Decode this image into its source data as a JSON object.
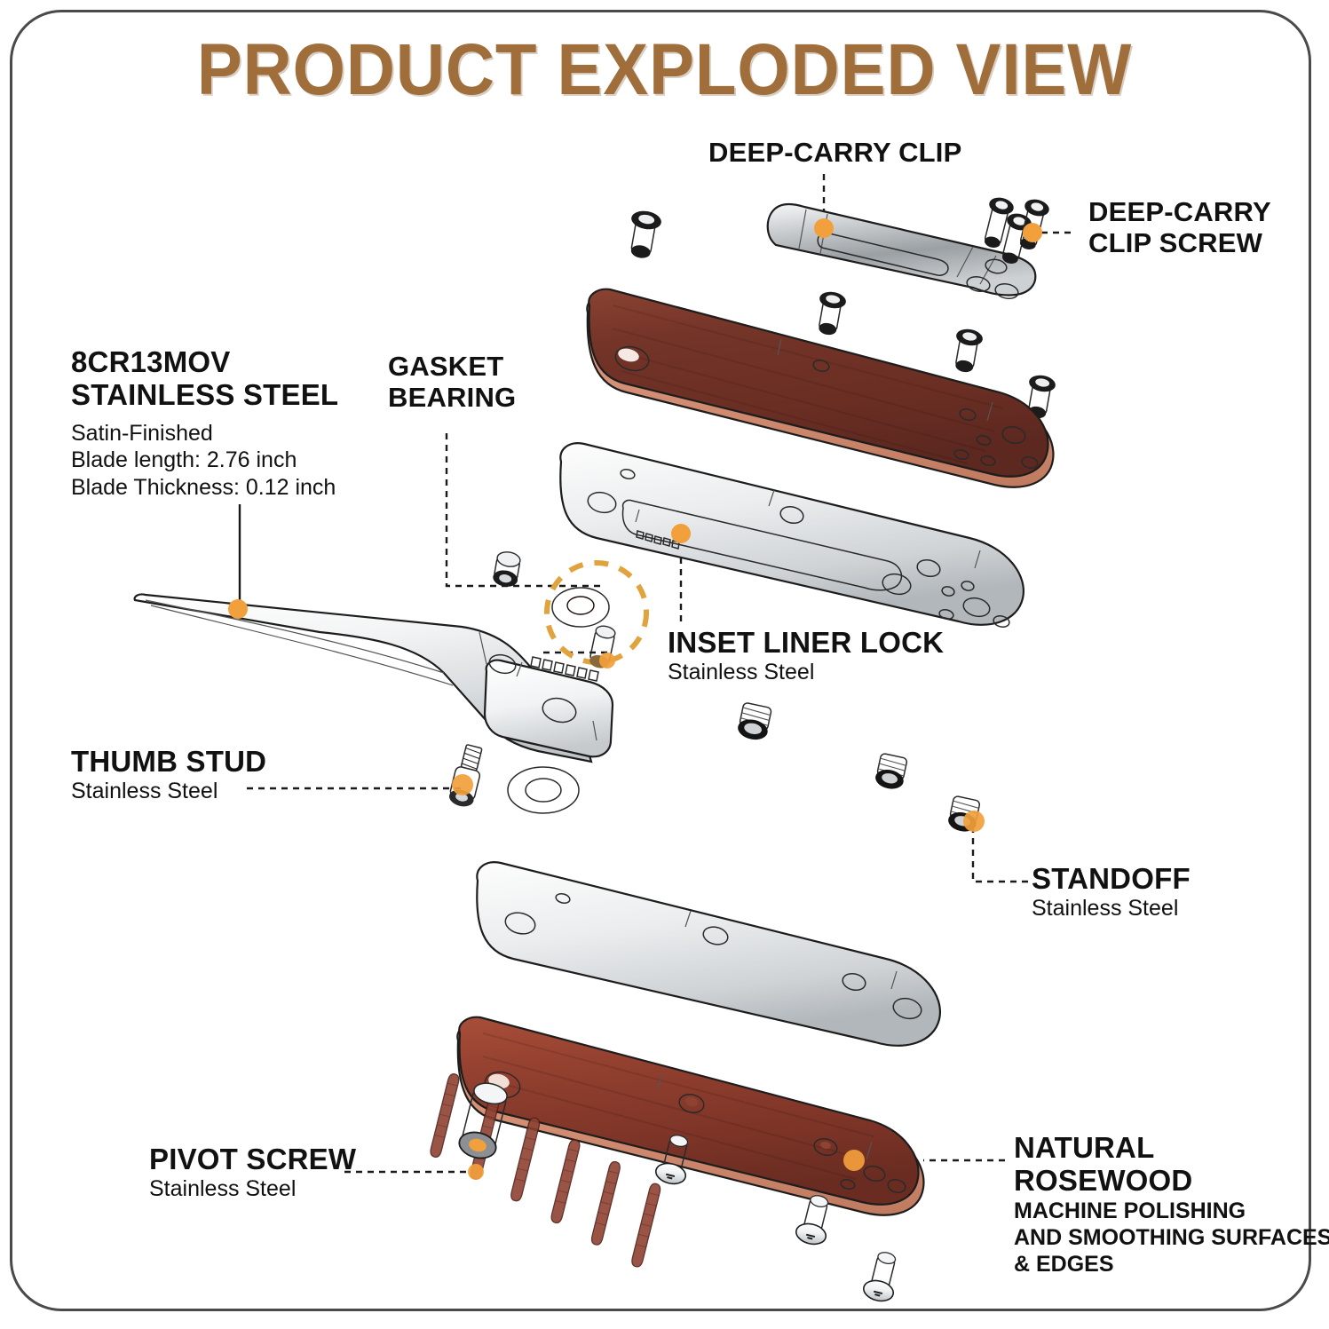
{
  "page": {
    "title": "PRODUCT EXPLODED VIEW",
    "title_color": "#A06E3B",
    "background": "#FFFFFF",
    "border_color": "#4A4A4A",
    "marker_color": "#F2A03C",
    "highlight_circle_color": "#E0A33D",
    "rosewood_dark": "#6E3226",
    "rosewood_light": "#9C4434",
    "rosewood_edge": "#D98B70",
    "steel_light": "#EDEFF0",
    "steel_mid": "#C9CDD0",
    "steel_dark": "#8E9296"
  },
  "callouts": [
    {
      "id": "deep-carry-clip",
      "heading": "DEEP-CARRY CLIP",
      "sub": "",
      "lines": []
    },
    {
      "id": "deep-carry-clip-screw",
      "heading_line1": "DEEP-CARRY",
      "heading_line2": "CLIP SCREW",
      "sub": "",
      "lines": []
    },
    {
      "id": "blade-steel",
      "heading_line1": "8CR13MOV",
      "heading_line2": "STAINLESS STEEL",
      "lines": [
        "Satin-Finished",
        "Blade length:  2.76 inch",
        "Blade Thickness:  0.12 inch"
      ]
    },
    {
      "id": "gasket-bearing",
      "heading_line1": "GASKET",
      "heading_line2": "BEARING",
      "sub": "",
      "lines": []
    },
    {
      "id": "inset-liner-lock",
      "heading": "INSET LINER LOCK",
      "sub": "Stainless Steel",
      "lines": []
    },
    {
      "id": "thumb-stud",
      "heading": "THUMB STUD",
      "sub": "Stainless Steel",
      "lines": []
    },
    {
      "id": "standoff",
      "heading": "STANDOFF",
      "sub": "Stainless Steel",
      "lines": []
    },
    {
      "id": "pivot-screw",
      "heading": "PIVOT SCREW",
      "sub": "Stainless Steel",
      "lines": []
    },
    {
      "id": "natural-rosewood",
      "heading_line1": "NATURAL",
      "heading_line2": "ROSEWOOD",
      "detail_line1": "MACHINE POLISHING",
      "detail_line2": "AND SMOOTHING SURFACES",
      "detail_line3": "& EDGES"
    }
  ],
  "labels": {
    "deep_carry_clip": "DEEP-CARRY CLIP",
    "deep_carry_clip_screw_l1": "DEEP-CARRY",
    "deep_carry_clip_screw_l2": "CLIP SCREW",
    "blade_h1": "8CR13MOV",
    "blade_h2": "STAINLESS STEEL",
    "blade_t1": "Satin-Finished",
    "blade_t2": "Blade length:  2.76 inch",
    "blade_t3": "Blade Thickness:  0.12 inch",
    "gasket_h1": "GASKET",
    "gasket_h2": "BEARING",
    "liner_h": "INSET LINER LOCK",
    "liner_s": "Stainless Steel",
    "thumb_h": "THUMB STUD",
    "thumb_s": "Stainless Steel",
    "standoff_h": "STANDOFF",
    "standoff_s": "Stainless Steel",
    "pivot_h": "PIVOT SCREW",
    "pivot_s": "Stainless Steel",
    "rosewood_h1": "NATURAL",
    "rosewood_h2": "ROSEWOOD",
    "rosewood_d1": "MACHINE POLISHING",
    "rosewood_d2": "AND SMOOTHING SURFACES",
    "rosewood_d3": "& EDGES"
  },
  "parts": {
    "blade": "folding-knife-blade",
    "clip": "deep-carry-pocket-clip",
    "clip_screws_count": 3,
    "liner_lock": "inset-liner-lock-plate",
    "liner_plate": "handle-liner-plate",
    "scale_top": "rosewood-scale-top",
    "scale_bottom": "rosewood-scale-bottom",
    "standoffs_count": 3,
    "body_screws_count": 7,
    "washer": "pivot-washer",
    "o_ring": "gasket-bearing-o-ring",
    "thumb_stud": "thumb-stud-screw",
    "pivot_screw": "pivot-screw-barrel"
  }
}
